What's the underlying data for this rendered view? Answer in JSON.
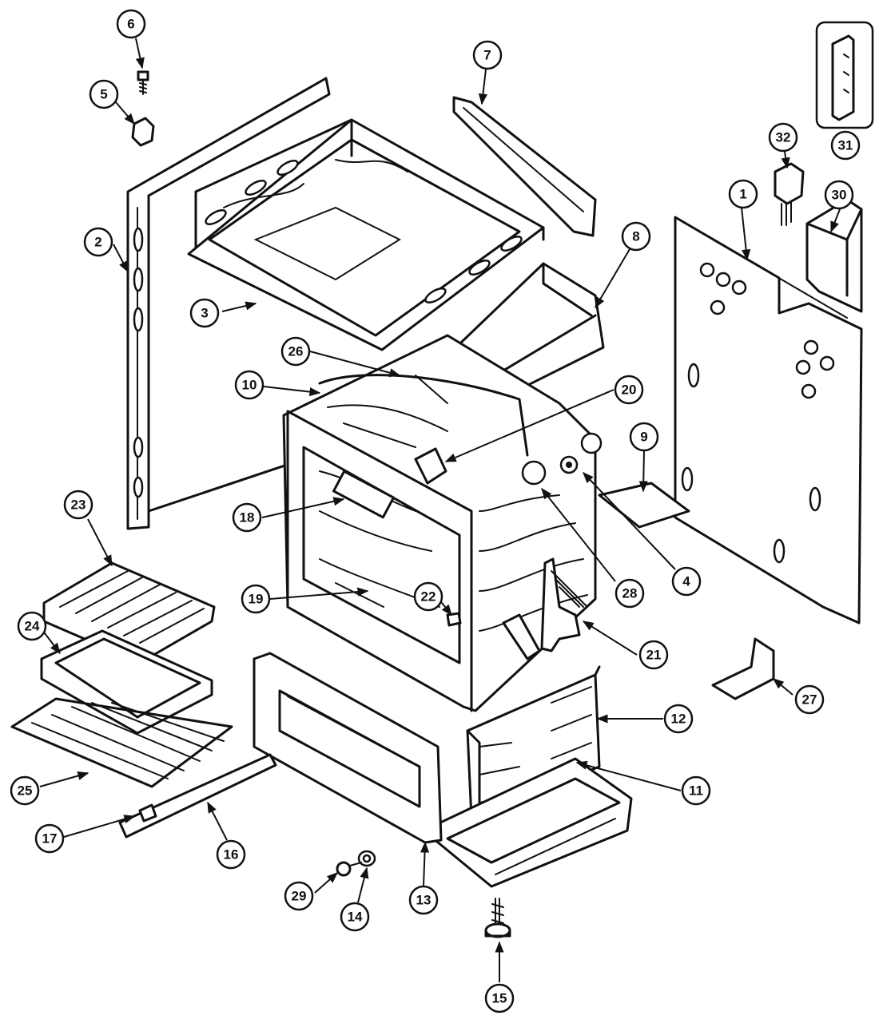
{
  "diagram": {
    "callouts": [
      "1",
      "2",
      "3",
      "4",
      "5",
      "6",
      "7",
      "8",
      "9",
      "10",
      "11",
      "12",
      "13",
      "14",
      "15",
      "16",
      "17",
      "18",
      "19",
      "20",
      "21",
      "22",
      "23",
      "24",
      "25",
      "26",
      "27",
      "28",
      "29",
      "30",
      "31",
      "32"
    ]
  },
  "icons": {
    "leader_arrow": "arrowhead"
  }
}
